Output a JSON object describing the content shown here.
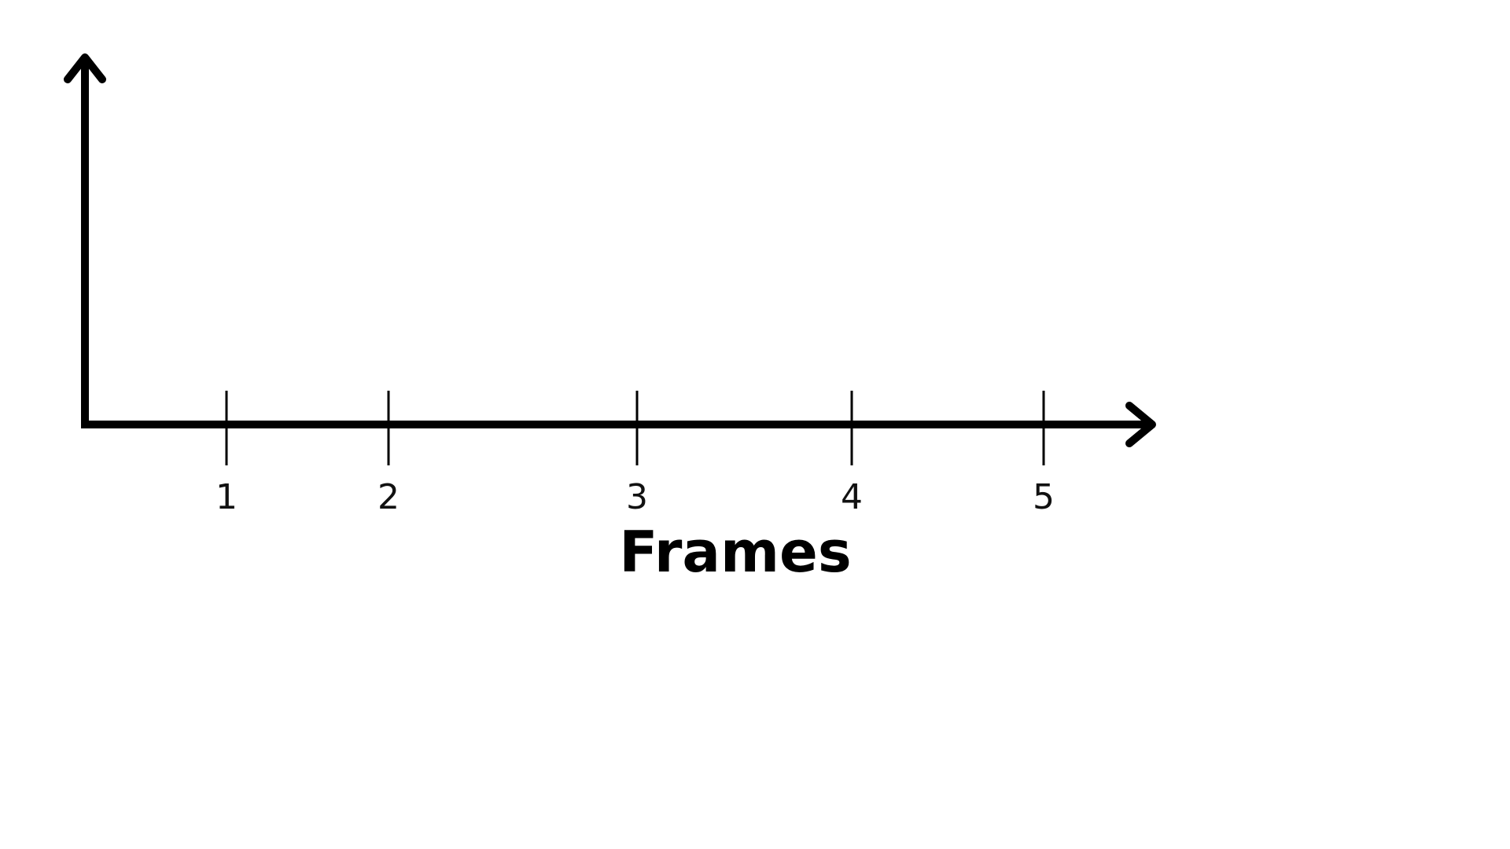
{
  "colors": {
    "background": "#ffffff",
    "axis": "#000000"
  },
  "diagram": {
    "x_axis_title": "Frames",
    "ticks": [
      {
        "label": "1"
      },
      {
        "label": "2"
      },
      {
        "label": "3"
      },
      {
        "label": "4"
      },
      {
        "label": "5"
      }
    ]
  }
}
